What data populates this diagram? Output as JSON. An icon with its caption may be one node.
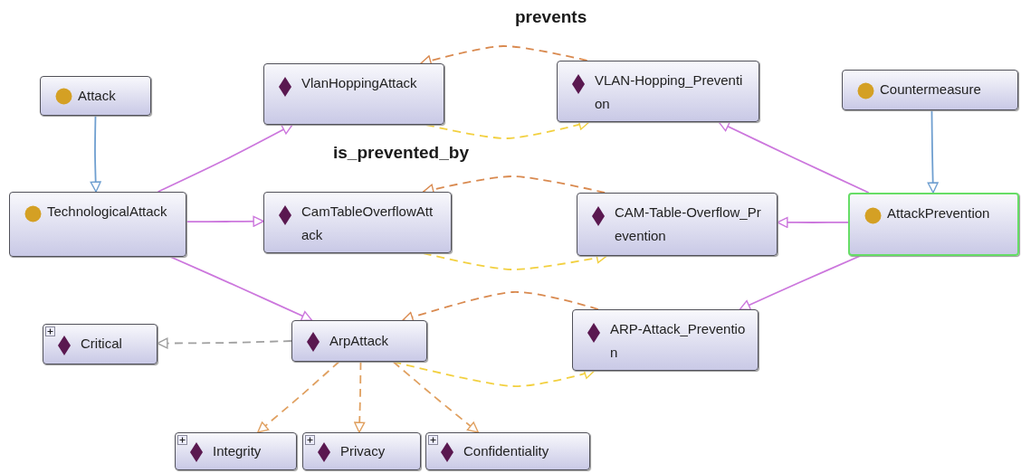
{
  "diagram": {
    "nodes": [
      {
        "text": [
          "Attack"
        ]
      },
      {
        "text": [
          "TechnologicalAttack"
        ]
      },
      {
        "text": [
          "VlanHoppingAttack"
        ]
      },
      {
        "text": [
          "VLAN-Hopping_Prevention"
        ]
      },
      {
        "text": [
          "Countermeasure"
        ]
      },
      {
        "text": [
          "CamTableOverflowAttack"
        ]
      },
      {
        "text": [
          "CAM-Table-Overflow_Prevention"
        ]
      },
      {
        "text": [
          "AttackPrevention"
        ]
      },
      {
        "text": [
          "Critical"
        ]
      },
      {
        "text": [
          "ArpAttack"
        ]
      },
      {
        "text": [
          "ARP-Attack_Prevention"
        ]
      },
      {
        "text": [
          "Integrity"
        ]
      },
      {
        "text": [
          "Privacy"
        ]
      },
      {
        "text": [
          "Confidentiality"
        ]
      }
    ],
    "edges": [
      {
        "from": 0,
        "to": 1,
        "arrow": "to",
        "color": "#6f9fd0"
      },
      {
        "from": 4,
        "to": 7,
        "arrow": "to",
        "color": "#6f9fd0"
      },
      {
        "from": 1,
        "to": 2,
        "arrow": "to"
      },
      {
        "from": 1,
        "to": 5,
        "arrow": "to"
      },
      {
        "from": 1,
        "to": 9,
        "arrow": "to"
      },
      {
        "from": 7,
        "to": 3,
        "arrow": "to"
      },
      {
        "from": 7,
        "to": 6,
        "arrow": "to"
      },
      {
        "from": 7,
        "to": 10,
        "arrow": "to"
      },
      {
        "from": 3,
        "to": 2,
        "arrow": "to",
        "label": "prevents",
        "style": "dashed",
        "color": "#d98a50"
      },
      {
        "from": 2,
        "to": 3,
        "arrow": "to",
        "label": "is_prevented_by",
        "style": "dashed",
        "color": "#f2d040"
      },
      {
        "from": 6,
        "to": 5,
        "arrow": "to",
        "style": "dashed",
        "color": "#d98a50"
      },
      {
        "from": 5,
        "to": 6,
        "arrow": "to",
        "style": "dashed",
        "color": "#f2d040"
      },
      {
        "from": 10,
        "to": 9,
        "arrow": "to",
        "style": "dashed",
        "color": "#d98a50"
      },
      {
        "from": 9,
        "to": 10,
        "arrow": "to",
        "style": "dashed",
        "color": "#f2d040"
      },
      {
        "from": 9,
        "to": 8,
        "arrow": "to",
        "style": "dashed",
        "color": "#a0a0a0"
      },
      {
        "from": 9,
        "to": 11,
        "arrow": "to",
        "style": "dashed",
        "color": "#e0a060"
      },
      {
        "from": 9,
        "to": 12,
        "arrow": "to",
        "style": "dashed",
        "color": "#e0a060"
      },
      {
        "from": 9,
        "to": 13,
        "arrow": "to",
        "style": "dashed",
        "color": "#e0a060"
      }
    ]
  }
}
